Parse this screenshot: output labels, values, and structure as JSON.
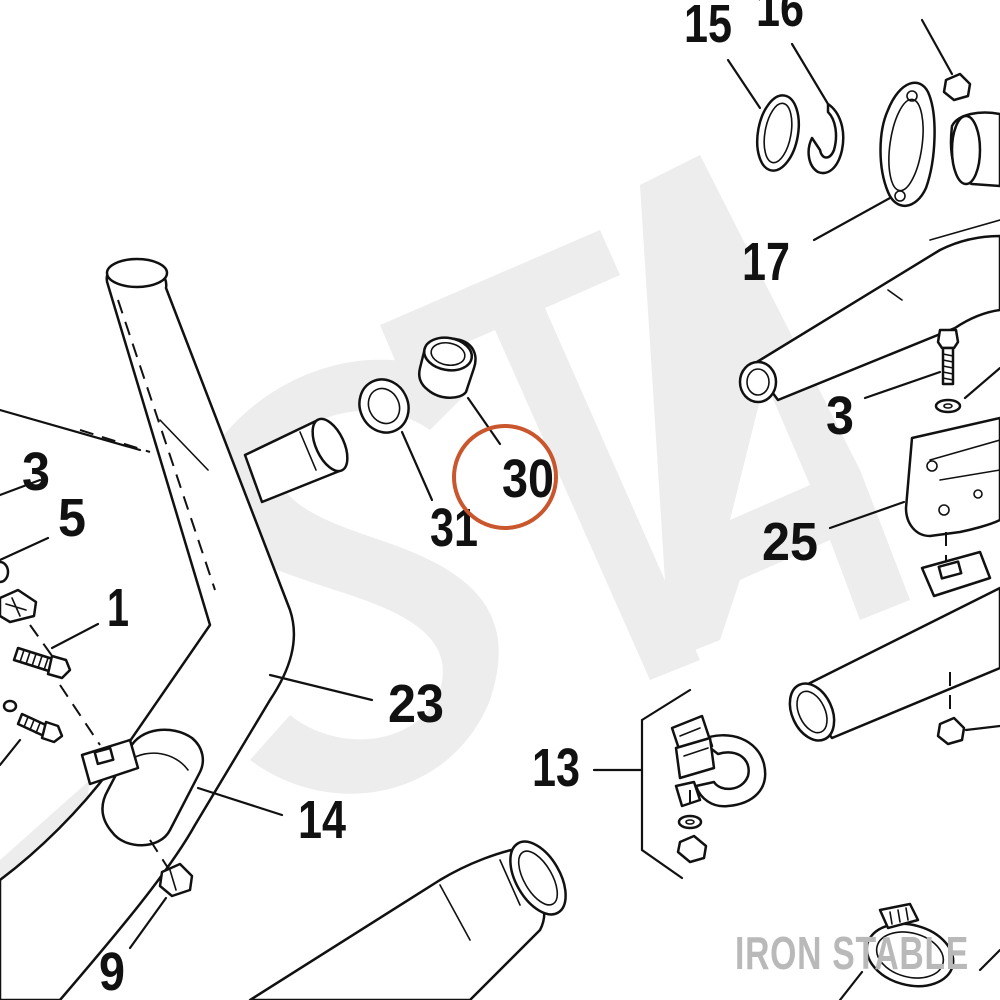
{
  "colors": {
    "highlight_ring": "#c9562c",
    "watermark": "#ededed",
    "brand_text": "#b9b9b9",
    "ink": "#111111"
  },
  "callouts": {
    "c15": "15",
    "c16": "16",
    "c17": "17",
    "c3_right": "3",
    "c25": "25",
    "c13": "13",
    "c3_left": "3",
    "c5": "5",
    "c1": "1",
    "c23": "23",
    "c14": "14",
    "c9": "9",
    "c30": "30",
    "c31": "31"
  },
  "highlighted_callout": "30",
  "brand": {
    "name": "IRON STABLE"
  }
}
